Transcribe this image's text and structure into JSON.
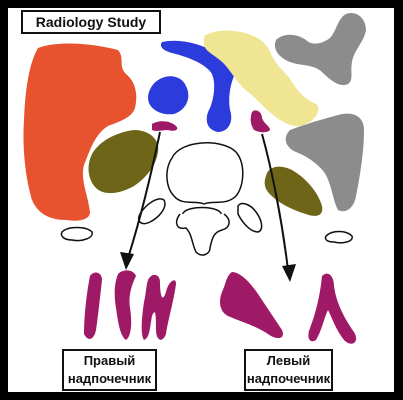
{
  "title": "Radiology Study",
  "labels": {
    "right_adrenal_line1": "Правый",
    "right_adrenal_line2": "надпочечник",
    "left_adrenal_line1": "Левый",
    "left_adrenal_line2": "надпочечник"
  },
  "colors": {
    "liver": "#e8532f",
    "vessels": "#2b3bdc",
    "pancreas": "#efe592",
    "spleen_stomach": "#8c8c8c",
    "kidneys": "#6f6519",
    "adrenals": "#9e1a66",
    "outline": "#111111",
    "background": "#ffffff",
    "frame": "#000000"
  }
}
